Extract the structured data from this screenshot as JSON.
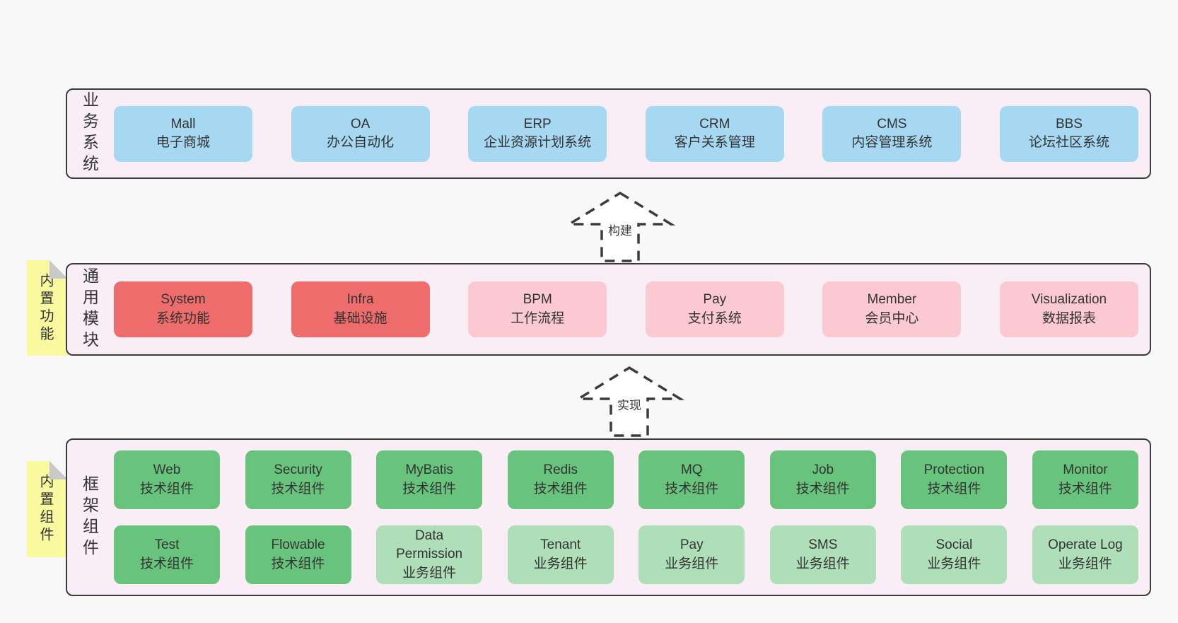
{
  "colors": {
    "page-bg": "#f8f8f8",
    "band-bg": "#f9edf6",
    "band-border": "#3b3b3b",
    "blue": "#a6d8f2",
    "red": "#ef6c6c",
    "pink": "#fac9d2",
    "green": "#68c47c",
    "green-light": "#aedfb9",
    "note-yellow": "#f9f9a0",
    "note-fold": "#c9c9c9",
    "text": "#333333"
  },
  "layers": [
    {
      "label_vertical": "业务系统",
      "boxes": [
        {
          "en": "Mall",
          "zh": "电子商城"
        },
        {
          "en": "OA",
          "zh": "办公自动化"
        },
        {
          "en": "ERP",
          "zh": "企业资源计划系统"
        },
        {
          "en": "CRM",
          "zh": "客户关系管理"
        },
        {
          "en": "CMS",
          "zh": "内容管理系统"
        },
        {
          "en": "BBS",
          "zh": "论坛社区系统"
        }
      ]
    },
    {
      "label_vertical": "通用模块",
      "note": "内置功能",
      "boxes": [
        {
          "en": "System",
          "zh": "系统功能"
        },
        {
          "en": "Infra",
          "zh": "基础设施"
        },
        {
          "en": "BPM",
          "zh": "工作流程"
        },
        {
          "en": "Pay",
          "zh": "支付系统"
        },
        {
          "en": "Member",
          "zh": "会员中心"
        },
        {
          "en": "Visualization",
          "zh": "数据报表"
        }
      ]
    },
    {
      "label_vertical": "框架组件",
      "note": "内置组件",
      "rows": [
        [
          {
            "en": "Web",
            "zh": "技术组件"
          },
          {
            "en": "Security",
            "zh": "技术组件"
          },
          {
            "en": "MyBatis",
            "zh": "技术组件"
          },
          {
            "en": "Redis",
            "zh": "技术组件"
          },
          {
            "en": "MQ",
            "zh": "技术组件"
          },
          {
            "en": "Job",
            "zh": "技术组件"
          },
          {
            "en": "Protection",
            "zh": "技术组件"
          },
          {
            "en": "Monitor",
            "zh": "技术组件"
          }
        ],
        [
          {
            "en": "Test",
            "zh": "技术组件"
          },
          {
            "en": "Flowable",
            "zh": "技术组件"
          },
          {
            "en": "Data Permission",
            "zh": "业务组件"
          },
          {
            "en": "Tenant",
            "zh": "业务组件"
          },
          {
            "en": "Pay",
            "zh": "业务组件"
          },
          {
            "en": "SMS",
            "zh": "业务组件"
          },
          {
            "en": "Social",
            "zh": "业务组件"
          },
          {
            "en": "Operate Log",
            "zh": "业务组件"
          }
        ]
      ]
    }
  ],
  "arrows": [
    {
      "label": "构建"
    },
    {
      "label": "实现"
    }
  ]
}
